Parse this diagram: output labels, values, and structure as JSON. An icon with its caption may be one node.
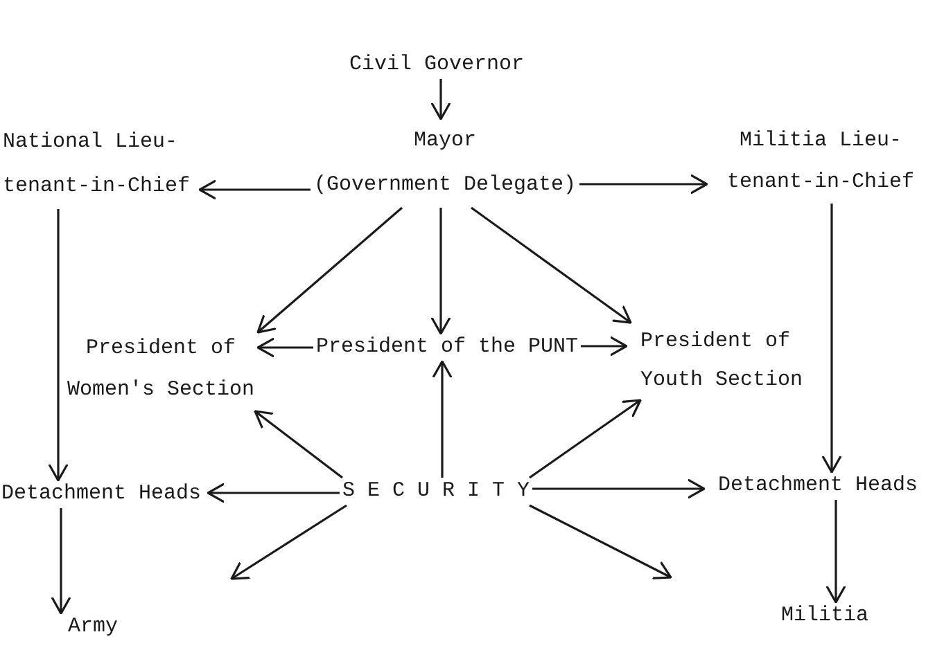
{
  "diagram": {
    "nodes": [
      {
        "text": [
          "Civil Governor"
        ]
      },
      {
        "text": [
          "National Lieu- tenant-in-Chief"
        ]
      },
      {
        "text": [
          "Mayor",
          "(Government Delegate)"
        ]
      },
      {
        "text": [
          "Militia Lieu- tenant-in-Chief"
        ]
      },
      {
        "text": [
          "President of Women's Section"
        ]
      },
      {
        "text": [
          "President of the PUNT"
        ]
      },
      {
        "text": [
          "President of Youth Section"
        ]
      },
      {
        "text": [
          "Detachment Heads"
        ]
      },
      {
        "text": [
          "S E C U R I T Y"
        ]
      },
      {
        "text": [
          "Detachment Heads"
        ]
      },
      {
        "text": [
          "Army"
        ]
      },
      {
        "text": [
          "Militia"
        ]
      }
    ],
    "edges": [
      {
        "from": 0,
        "to": 2,
        "arrow": "to"
      },
      {
        "from": 2,
        "to": 1,
        "arrow": "to"
      },
      {
        "from": 2,
        "to": 3,
        "arrow": "to"
      },
      {
        "from": 2,
        "to": 4,
        "arrow": "to"
      },
      {
        "from": 2,
        "to": 5,
        "arrow": "to"
      },
      {
        "from": 2,
        "to": 6,
        "arrow": "to"
      },
      {
        "from": 5,
        "to": 4,
        "arrow": "to"
      },
      {
        "from": 5,
        "to": 6,
        "arrow": "to"
      },
      {
        "from": 1,
        "to": 7,
        "arrow": "to"
      },
      {
        "from": 3,
        "to": 9,
        "arrow": "to"
      },
      {
        "from": 8,
        "to": 4,
        "arrow": "to"
      },
      {
        "from": 8,
        "to": 5,
        "arrow": "to"
      },
      {
        "from": 8,
        "to": 6,
        "arrow": "to"
      },
      {
        "from": 8,
        "to": 7,
        "arrow": "to"
      },
      {
        "from": 8,
        "to": 9,
        "arrow": "to"
      },
      {
        "from": 8,
        "to": null,
        "arrow": "to"
      },
      {
        "from": 8,
        "to": null,
        "arrow": "to"
      },
      {
        "from": 7,
        "to": 10,
        "arrow": "to"
      },
      {
        "from": 9,
        "to": 11,
        "arrow": "to"
      }
    ]
  }
}
